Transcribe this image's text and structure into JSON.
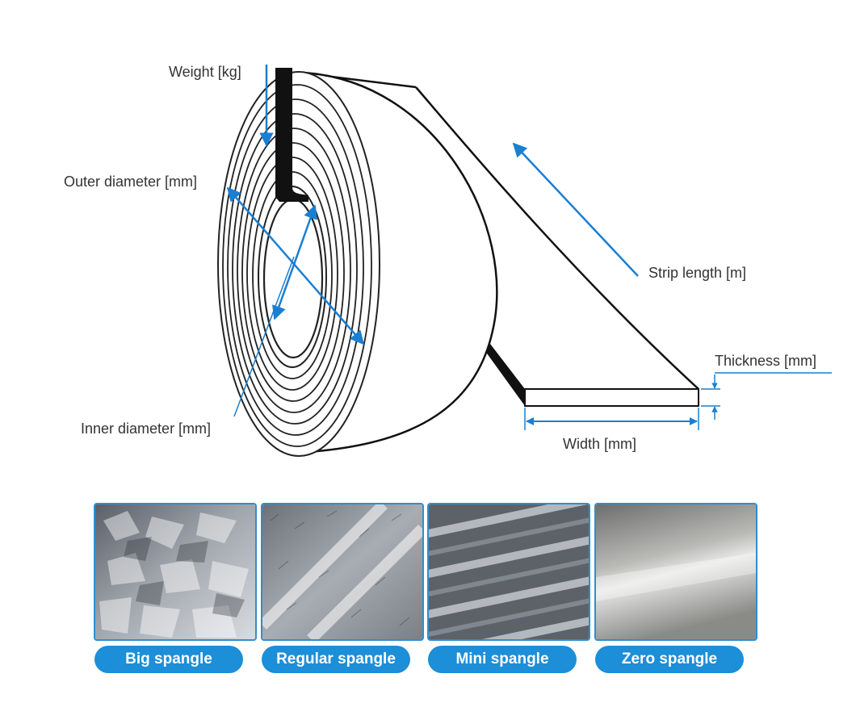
{
  "labels": {
    "weight": "Weight [kg]",
    "outer_diameter": "Outer diameter [mm]",
    "inner_diameter": "Inner diameter [mm]",
    "strip_length": "Strip length [m]",
    "thickness": "Thickness [mm]",
    "width": "Width [mm]"
  },
  "colors": {
    "arrow": "#1a7fd1",
    "pill": "#1d8ed8",
    "outline": "#111111"
  },
  "spangles": [
    {
      "label": "Big spangle",
      "texture": "big-crystal"
    },
    {
      "label": "Regular spangle",
      "texture": "regular-crystal"
    },
    {
      "label": "Mini spangle",
      "texture": "fine-streaks"
    },
    {
      "label": "Zero spangle",
      "texture": "smooth-sheen"
    }
  ]
}
